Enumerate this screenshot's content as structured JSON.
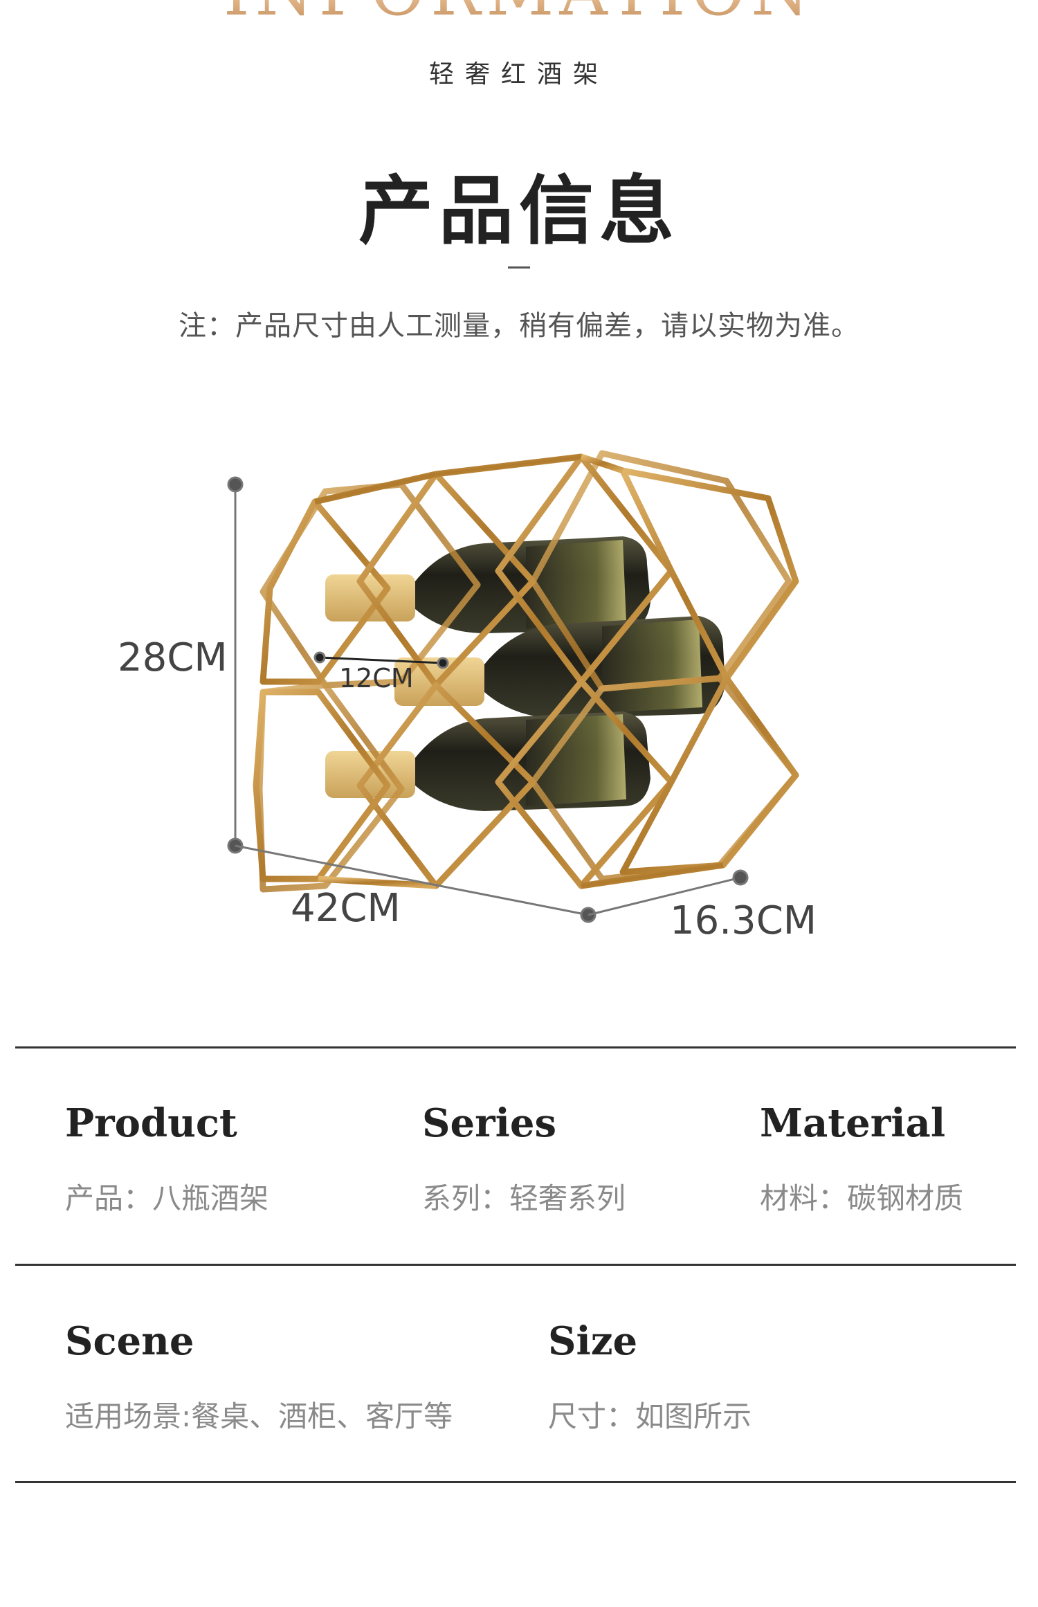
{
  "header": {
    "hero_word": "INFORMATION",
    "subtitle": "轻奢红酒架",
    "title": "产品信息",
    "note": "注：产品尺寸由人工测量，稍有偏差，请以实物为准。"
  },
  "dimensions": {
    "height": "28CM",
    "bottle_gap": "12CM",
    "length": "42CM",
    "depth": "16.3CM"
  },
  "colors": {
    "gold_frame": "#c08a3a",
    "cork": "#e3c27a",
    "bottle": "#2a2a22",
    "text_dark": "#222222",
    "text_muted": "#8a8a8a"
  },
  "specs_row1": [
    {
      "heading": "Product",
      "value": "产品：八瓶酒架"
    },
    {
      "heading": "Series",
      "value": "系列：轻奢系列"
    },
    {
      "heading": "Material",
      "value": "材料：碳钢材质"
    }
  ],
  "specs_row2": [
    {
      "heading": "Scene",
      "value": "适用场景:餐桌、酒柜、客厅等"
    },
    {
      "heading": "Size",
      "value": "尺寸：如图所示"
    }
  ]
}
